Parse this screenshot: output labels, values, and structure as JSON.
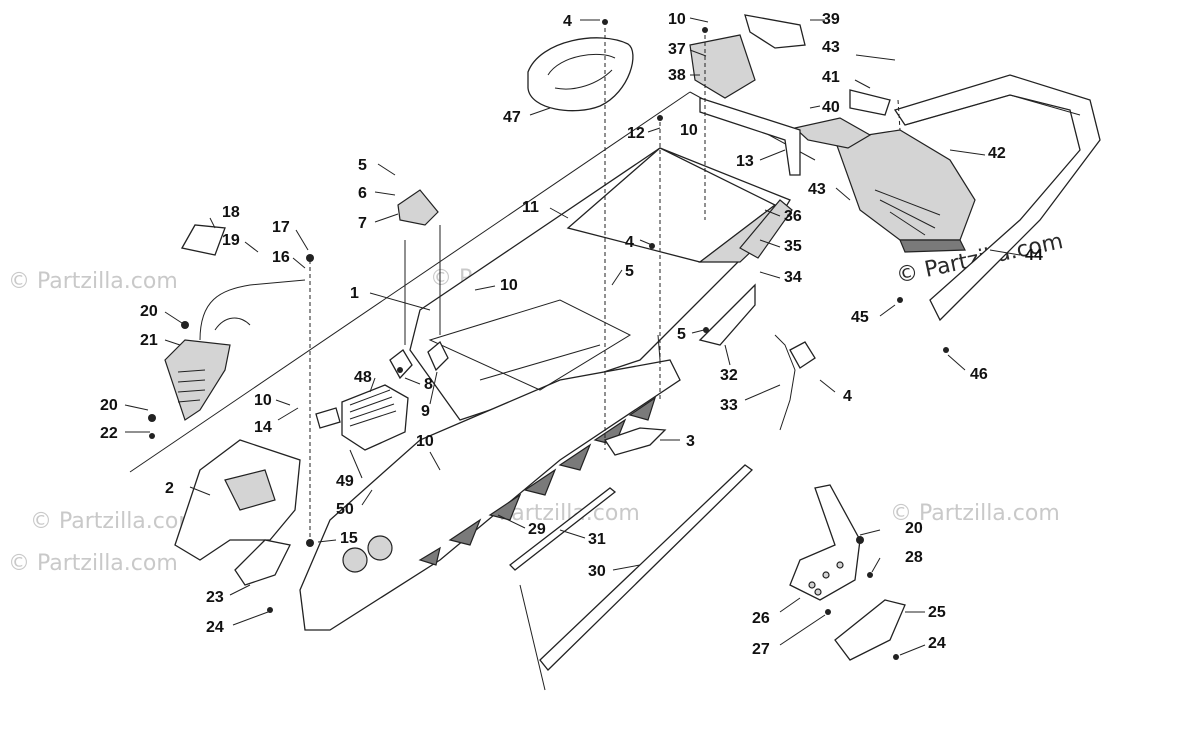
{
  "watermark": {
    "text": "© Partzilla.com",
    "color": "#c9c9c9"
  },
  "callouts": [
    {
      "num": "1"
    },
    {
      "num": "2"
    },
    {
      "num": "3"
    },
    {
      "num": "4"
    },
    {
      "num": "4"
    },
    {
      "num": "4"
    },
    {
      "num": "5"
    },
    {
      "num": "5"
    },
    {
      "num": "5"
    },
    {
      "num": "6"
    },
    {
      "num": "7"
    },
    {
      "num": "8"
    },
    {
      "num": "9"
    },
    {
      "num": "10"
    },
    {
      "num": "10"
    },
    {
      "num": "10"
    },
    {
      "num": "10"
    },
    {
      "num": "10"
    },
    {
      "num": "11"
    },
    {
      "num": "12"
    },
    {
      "num": "13"
    },
    {
      "num": "14"
    },
    {
      "num": "15"
    },
    {
      "num": "16"
    },
    {
      "num": "17"
    },
    {
      "num": "18"
    },
    {
      "num": "19"
    },
    {
      "num": "20"
    },
    {
      "num": "20"
    },
    {
      "num": "20"
    },
    {
      "num": "21"
    },
    {
      "num": "22"
    },
    {
      "num": "23"
    },
    {
      "num": "24"
    },
    {
      "num": "24"
    },
    {
      "num": "25"
    },
    {
      "num": "26"
    },
    {
      "num": "27"
    },
    {
      "num": "28"
    },
    {
      "num": "29"
    },
    {
      "num": "30"
    },
    {
      "num": "31"
    },
    {
      "num": "32"
    },
    {
      "num": "33"
    },
    {
      "num": "34"
    },
    {
      "num": "35"
    },
    {
      "num": "36"
    },
    {
      "num": "37"
    },
    {
      "num": "38"
    },
    {
      "num": "39"
    },
    {
      "num": "40"
    },
    {
      "num": "41"
    },
    {
      "num": "42"
    },
    {
      "num": "43"
    },
    {
      "num": "43"
    },
    {
      "num": "44"
    },
    {
      "num": "45"
    },
    {
      "num": "46"
    },
    {
      "num": "47"
    },
    {
      "num": "48"
    },
    {
      "num": "49"
    },
    {
      "num": "50"
    }
  ]
}
